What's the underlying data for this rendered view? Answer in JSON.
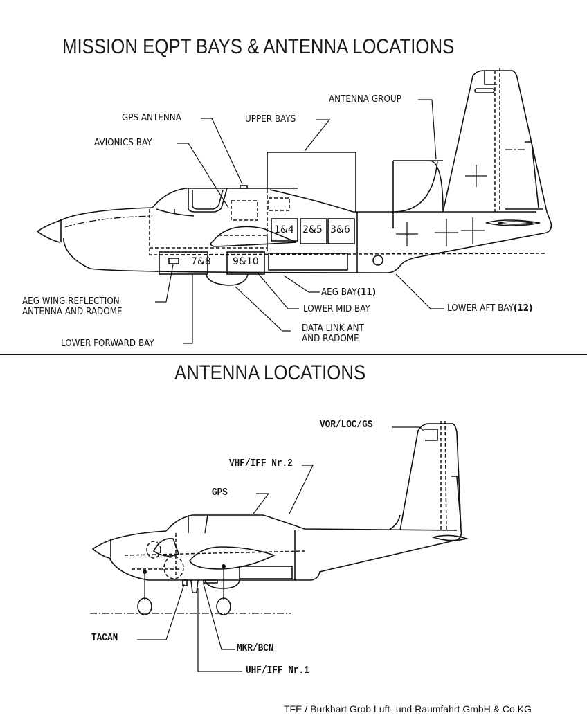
{
  "top_diagram": {
    "title": "MISSION EQPT BAYS & ANTENNA LOCATIONS",
    "labels": {
      "gps_antenna": "GPS ANTENNA",
      "avionics_bay": "AVIONICS BAY",
      "upper_bays": "UPPER BAYS",
      "antenna_group": "ANTENNA GROUP",
      "aeg_wing_reflection_line1": "AEG WING REFLECTION",
      "aeg_wing_reflection_line2": "ANTENNA AND RADOME",
      "lower_forward_bay": "LOWER FORWARD BAY",
      "data_link_line1": "DATA LINK ANT",
      "data_link_line2": "AND RADOME",
      "lower_mid_bay": "LOWER MID BAY",
      "aeg_bay": "AEG BAY",
      "aeg_bay_num": "(11)",
      "lower_aft_bay": "LOWER AFT BAY",
      "lower_aft_bay_num": "(12)"
    },
    "bay_numbers": {
      "bay_1_4": "1&4",
      "bay_2_5": "2&5",
      "bay_3_6": "3&6",
      "bay_7_8": "7&8",
      "bay_9_10": "9&10"
    }
  },
  "bottom_diagram": {
    "title": "ANTENNA LOCATIONS",
    "labels": {
      "vor_loc_gs": "VOR/LOC/GS",
      "vhf_iff_2": "VHF/IFF Nr.2",
      "gps": "GPS",
      "tacan": "TACAN",
      "mkr_bcn": "MKR/BCN",
      "uhf_iff_1": "UHF/IFF Nr.1"
    }
  },
  "credit": "TFE / Burkhart Grob Luft- und Raumfahrt GmbH & Co.KG"
}
